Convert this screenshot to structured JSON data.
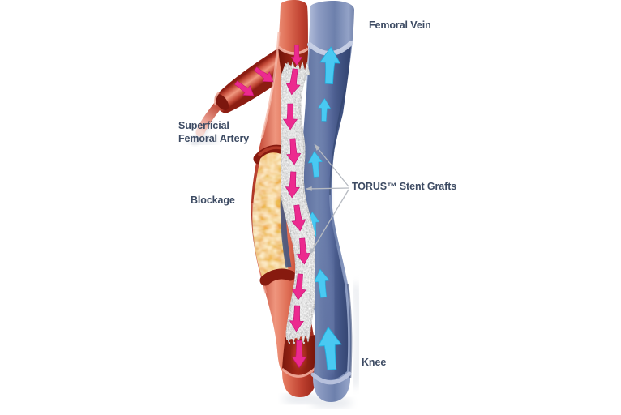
{
  "illustration": {
    "background": "#ffffff",
    "labels": {
      "femoral_vein": "Femoral Vein",
      "superficial_femoral_artery": "Superficial Femoral Artery",
      "blockage": "Blockage",
      "stent_grafts": "TORUS™ Stent Grafts",
      "knee": "Knee"
    },
    "colors": {
      "artery_red": "#cf4e3b",
      "artery_interior_dark": "#8c1d12",
      "plaque_orange": "#f2a944",
      "vein_blue": "#8095be",
      "vein_interior_dark": "#3c4e7d",
      "stent_gray": "#c9c9c9",
      "arterial_flow_arrow_pink": "#ec2a8f",
      "venous_flow_arrow_cyan": "#49c9f2",
      "label_text": "#3d4b63",
      "leader_line": "#b6bac1"
    },
    "flow": {
      "arterial_arrows": "point downward through the stent grafts",
      "venous_arrows": "point upward through the femoral vein"
    }
  }
}
